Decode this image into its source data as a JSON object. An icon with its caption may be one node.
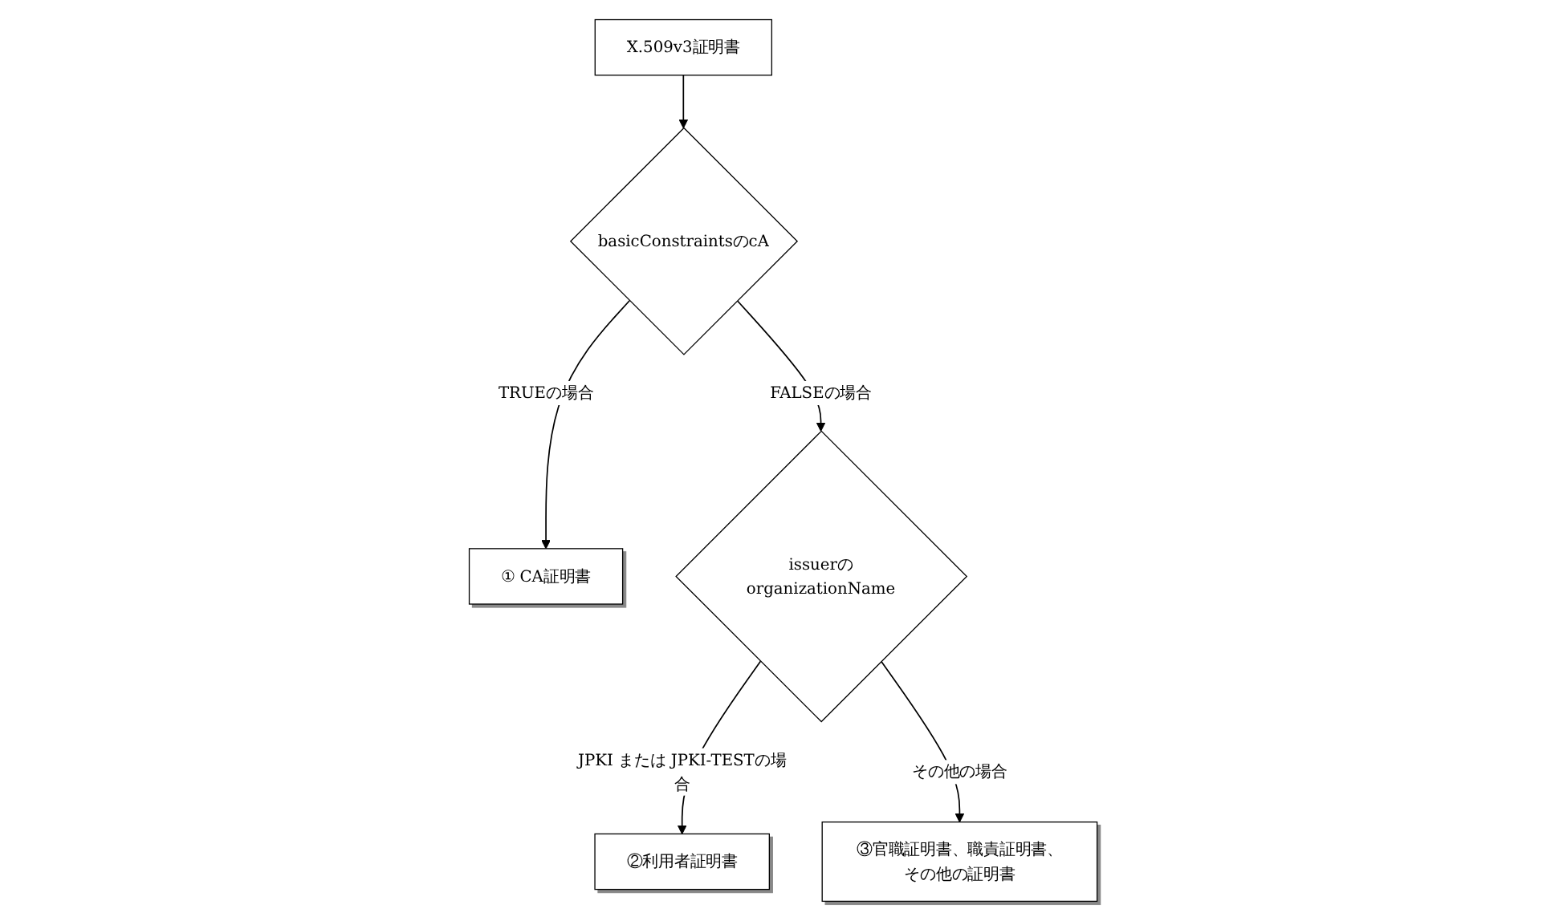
{
  "diagram": {
    "nodes": [
      {
        "text": [
          "X.509v3証明書"
        ]
      },
      {
        "text": [
          "basicConstraintsのcA"
        ]
      },
      {
        "text": [
          "① CA証明書"
        ]
      },
      {
        "text": [
          "issuerのorganizationName"
        ]
      },
      {
        "text": [
          "②利用者証明書"
        ]
      },
      {
        "text": [
          "③官職証明書、職責証明書、その他の証明書"
        ]
      }
    ],
    "edges": [
      {
        "from": 0,
        "to": 1,
        "arrow": "to"
      },
      {
        "from": 1,
        "to": 2,
        "arrow": "to",
        "label": "TRUEの場合"
      },
      {
        "from": 1,
        "to": 3,
        "arrow": "to",
        "label": "FALSEの場合"
      },
      {
        "from": 3,
        "to": 4,
        "arrow": "to",
        "label": "JPKI または JPKI-TESTの場合"
      },
      {
        "from": 3,
        "to": 5,
        "arrow": "to",
        "label": "その他の場合"
      }
    ]
  }
}
